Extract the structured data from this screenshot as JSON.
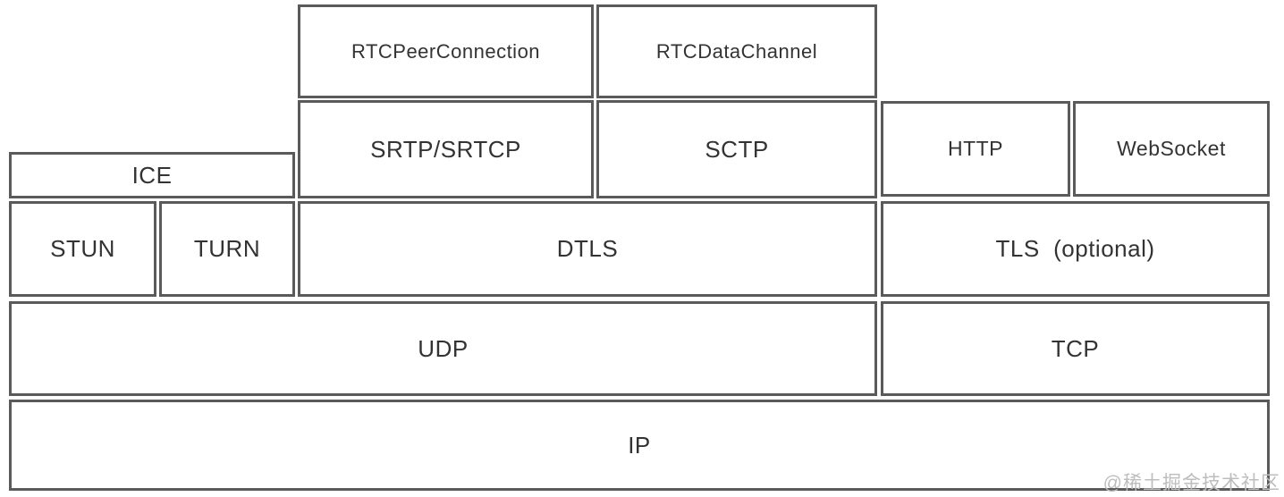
{
  "diagram": {
    "boxes": {
      "rtc_peer_connection": "RTCPeerConnection",
      "rtc_data_channel": "RTCDataChannel",
      "srtp_srtcp": "SRTP/SRTCP",
      "sctp": "SCTP",
      "http": "HTTP",
      "websocket": "WebSocket",
      "ice": "ICE",
      "stun": "STUN",
      "turn": "TURN",
      "dtls": "DTLS",
      "tls": "TLS  (optional)",
      "udp": "UDP",
      "tcp": "TCP",
      "ip": "IP"
    },
    "watermark": "@稀土掘金技术社区",
    "colors": {
      "border": "#5a5a5a",
      "text": "#333333",
      "background": "#ffffff",
      "watermark": "#bdbdbd"
    }
  }
}
